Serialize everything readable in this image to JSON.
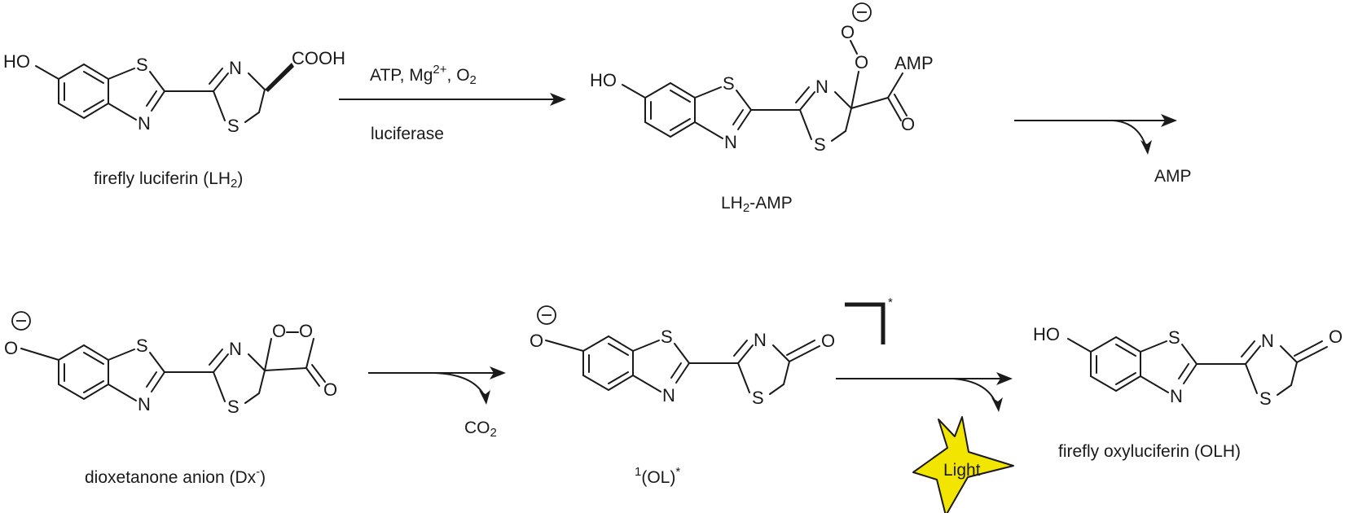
{
  "molecules": {
    "luciferin": {
      "caption": "firefly luciferin (LH",
      "caption_sub": "2",
      "caption_end": ")",
      "ho": "HO",
      "s_ring": "S",
      "n_ring": "N",
      "n_thz": "N",
      "s_thz": "S",
      "substituent": "COOH"
    },
    "lh2amp": {
      "caption": "LH",
      "caption_sub": "2",
      "caption_end": "-AMP",
      "ho": "HO",
      "s_ring": "S",
      "n_ring": "N",
      "n_thz": "N",
      "s_thz": "S",
      "peroxo_o1": "O",
      "peroxo_o2": "O",
      "carbonyl_o": "O",
      "amp": "AMP",
      "charge": "−"
    },
    "dioxetanone": {
      "caption": "dioxetanone anion (Dx",
      "caption_sup": "-",
      "caption_end": ")",
      "o_phenolate": "O",
      "charge": "−",
      "s_ring": "S",
      "n_ring": "N",
      "n_thz": "N",
      "s_thz": "S",
      "ring_o1": "O",
      "ring_o2": "O",
      "carbonyl_o": "O"
    },
    "excited": {
      "caption_pre": "1",
      "caption": "(OL)",
      "caption_sup": "*",
      "o_phenolate": "O",
      "charge": "−",
      "s_ring": "S",
      "n_ring": "N",
      "n_thz": "N",
      "s_thz": "S",
      "carbonyl_o": "O",
      "bracket_mark": "*"
    },
    "oxyluciferin": {
      "caption": "firefly oxyluciferin (OLH)",
      "ho": "HO",
      "s_ring": "S",
      "n_ring": "N",
      "n_thz": "N",
      "s_thz": "S",
      "carbonyl_o": "O"
    }
  },
  "reactions": {
    "step1": {
      "reagents": "ATP, Mg",
      "reagents_sup": "2+",
      "reagents_end": ", O",
      "reagents_sub": "2",
      "enzyme": "luciferase"
    },
    "step2": {
      "byproduct": "AMP"
    },
    "step3": {
      "byproduct": "CO",
      "byproduct_sub": "2"
    },
    "step4": {
      "byproduct": "Light",
      "star_color": "#f2e600"
    }
  }
}
